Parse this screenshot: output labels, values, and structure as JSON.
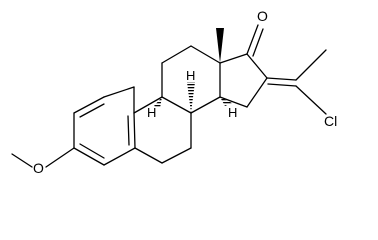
{
  "molecule": {
    "atoms": {
      "oxygen_ketone": "O",
      "chlorine": "Cl",
      "methoxy_oxygen": "O",
      "h_c9": "H",
      "h_c8": "H",
      "h_c14": "H"
    }
  }
}
